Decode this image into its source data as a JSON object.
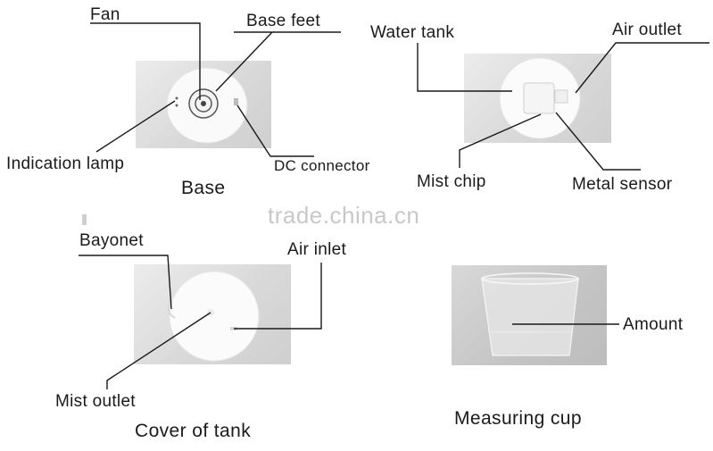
{
  "watermark": "trade.china.cn",
  "base": {
    "caption": "Base",
    "labels": {
      "fan": "Fan",
      "base_feet": "Base feet",
      "indication_lamp": "Indication lamp",
      "dc_connector": "DC connector"
    }
  },
  "tank": {
    "labels": {
      "water_tank": "Water tank",
      "air_outlet": "Air outlet",
      "mist_chip": "Mist chip",
      "metal_sensor": "Metal sensor"
    }
  },
  "cover": {
    "caption": "Cover of tank",
    "labels": {
      "bayonet": "Bayonet",
      "air_inlet": "Air inlet",
      "mist_outlet": "Mist outlet"
    }
  },
  "cup": {
    "caption": "Measuring cup",
    "labels": {
      "amount": "Amount"
    }
  }
}
